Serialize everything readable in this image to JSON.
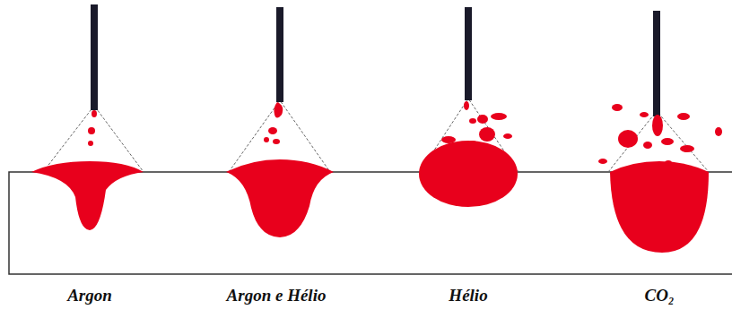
{
  "diagram": {
    "labels": [
      "Argon",
      "Argon e Hélio",
      "Hélio",
      "CO₂"
    ]
  }
}
